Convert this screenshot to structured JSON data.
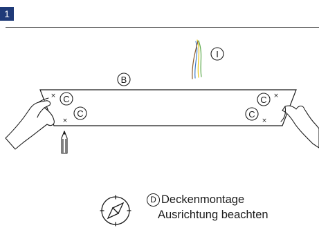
{
  "step": {
    "number": "1"
  },
  "labels": {
    "I": "I",
    "B": "B",
    "C": "C",
    "D": "D",
    "x": "×"
  },
  "note": {
    "line1": "Deckenmontage",
    "line2": "Ausrichtung beachten"
  },
  "colors": {
    "badge": "#1f3a78",
    "cable_yellow": "#e6c619",
    "cable_green": "#5aa84a",
    "cable_blue": "#3a79c9",
    "cable_brown": "#8a5a2b",
    "line": "#1a1a1a"
  },
  "icons": [
    "compass-icon",
    "pencil-icon",
    "cable-bundle-icon",
    "hand-icon"
  ]
}
